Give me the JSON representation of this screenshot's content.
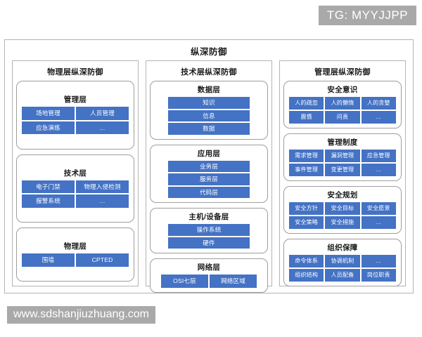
{
  "badge": {
    "text": "TG: MYYJJPP"
  },
  "watermark": {
    "text": "www.sdshanjiuzhuang.com"
  },
  "diagram": {
    "title": "纵深防御",
    "columns": [
      {
        "title": "物理层纵深防御",
        "layout": "grid2",
        "groups": [
          {
            "title": "管理层",
            "cols": 2,
            "cells": [
              "场地管理",
              "人员管理",
              "应急演练",
              "…"
            ]
          },
          {
            "title": "技术层",
            "cols": 2,
            "cells": [
              "电子门禁",
              "物理入侵检测",
              "报警系统",
              "…"
            ]
          },
          {
            "title": "物理层",
            "cols": 2,
            "cells": [
              "围墙",
              "CPTED"
            ]
          }
        ]
      },
      {
        "title": "技术层纵深防御",
        "layout": "stacked",
        "groups": [
          {
            "title": "数据层",
            "cols": 1,
            "cells": [
              "知识",
              "信息",
              "数据"
            ]
          },
          {
            "title": "应用层",
            "cols": 1,
            "cells": [
              "业务层",
              "服务层",
              "代码层"
            ]
          },
          {
            "title": "主机/设备层",
            "cols": 1,
            "cells": [
              "操作系统",
              "硬件"
            ]
          },
          {
            "title": "网络层",
            "cols": 2,
            "cells": [
              "OSI七层",
              "网络区域"
            ]
          }
        ]
      },
      {
        "title": "管理层纵深防御",
        "layout": "grid3",
        "groups": [
          {
            "title": "安全意识",
            "cols": 3,
            "cells": [
              "人的疏忽",
              "人的懒惰",
              "人的贪婪",
              "震慑",
              "问责",
              "…"
            ]
          },
          {
            "title": "管理制度",
            "cols": 3,
            "cells": [
              "需求管理",
              "漏洞管理",
              "应急管理",
              "事件管理",
              "变更管理",
              "…"
            ]
          },
          {
            "title": "安全规划",
            "cols": 3,
            "cells": [
              "安全方针",
              "安全目标",
              "安全愿景",
              "安全策略",
              "安全措施",
              "…"
            ]
          },
          {
            "title": "组织保障",
            "cols": 3,
            "cells": [
              "命令体系",
              "协调机制",
              "…",
              "组织结构",
              "人员配备",
              "岗位职责"
            ]
          }
        ]
      }
    ]
  },
  "colors": {
    "cell_blue": "#4472c4",
    "badge_gray": "#a9a9a9",
    "frame_gray": "#b4b4b4"
  }
}
